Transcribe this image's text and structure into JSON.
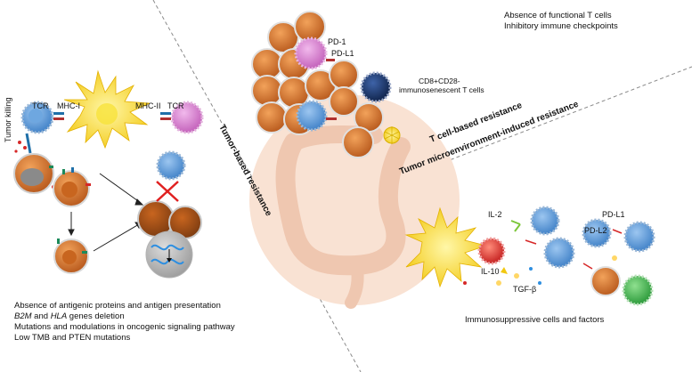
{
  "colors": {
    "tumor_cell": "#c8651f",
    "t_cell": "#5b9bd5",
    "apc": "#f5d21d",
    "cd4_t_cell": "#d97fd0",
    "senescent_t_cell": "#1f3a6e",
    "treg": "#d62828",
    "green_cell": "#3fb54a",
    "colon_bg": "#f8e1d2"
  },
  "sections": {
    "tumor_based": {
      "title": "Tumor-based resistance",
      "labels": {
        "tumor_killing": "Tumor killing",
        "tcr_left": "TCR",
        "mhc_i": "MHC-I",
        "mhc_ii": "MHC-II",
        "tcr_right": "TCR"
      },
      "notes": {
        "line1": "Absence of antigenic proteins and antigen presentation",
        "line2_a": "B2M",
        "line2_b": " and ",
        "line2_c": "HLA",
        "line2_d": " genes deletion",
        "line3": "Mutations and modulations in oncogenic signaling pathway",
        "line4": "Low TMB and PTEN mutations"
      }
    },
    "t_cell_based": {
      "title": "T cell-based resistance",
      "labels": {
        "pd1": "PD-1",
        "pdl1": "PD-L1",
        "senescent_line1": "CD8+CD28-",
        "senescent_line2": "immunosenescent T cells"
      },
      "notes": {
        "line1": "Absence of functional T cells",
        "line2": "Inhibitory immune checkpoints"
      }
    },
    "microenvironment": {
      "title": "Tumor microenvironment-induced resistance",
      "labels": {
        "il2": "IL-2",
        "il10": "IL-10",
        "tgfb": "TGF-β",
        "pdl1": "PD-L1",
        "pdl2": "PD-L2"
      },
      "notes": {
        "line1": "Immunosuppressive cells and factors"
      }
    }
  }
}
